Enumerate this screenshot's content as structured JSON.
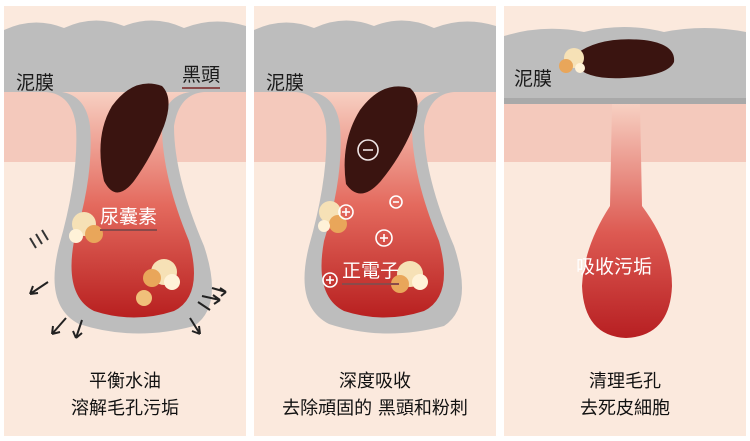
{
  "panels": [
    {
      "labels": {
        "mud": "泥膜",
        "blackhead": "黑頭",
        "sebum": "尿囊素"
      },
      "caption": {
        "line1": "平衡水油",
        "line2": "溶解毛孔污垢"
      }
    },
    {
      "labels": {
        "mud": "泥膜",
        "ions": "正電子"
      },
      "caption": {
        "line1": "深度吸收",
        "line2": "去除頑固的 黑頭和粉刺"
      }
    },
    {
      "labels": {
        "mud": "泥膜",
        "pore": "吸收污垢"
      },
      "caption": {
        "line1": "清理毛孔",
        "line2": "去死皮細胞"
      }
    }
  ],
  "colors": {
    "skin": "#fbe9dd",
    "mud": "#bdbdbd",
    "mud_dark": "#8f8f8f",
    "pore_top": "#f7c7b8",
    "pore_bottom": "#c42a2a",
    "blackhead": "#3a1410",
    "sebum": "#f2c98a"
  },
  "icons": [
    "minus-ion-icon",
    "plus-ion-icon",
    "motion-arrow-icon",
    "vibration-mark-icon"
  ]
}
